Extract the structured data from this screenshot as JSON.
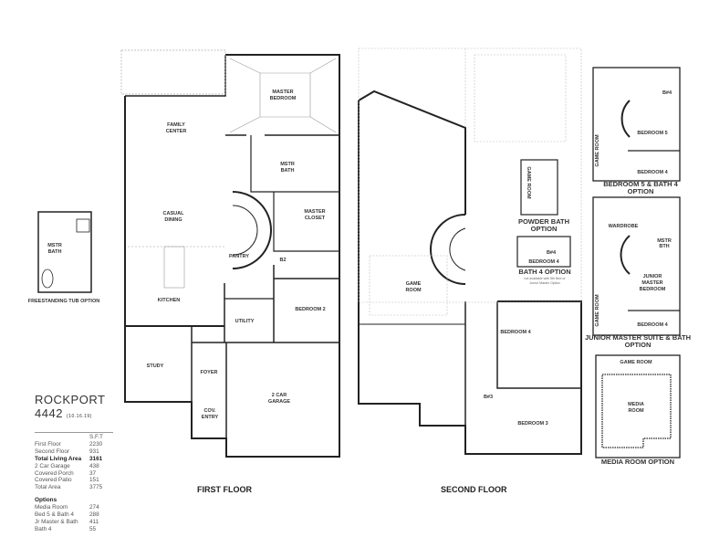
{
  "plan": {
    "name": "ROCKPORT",
    "number": "4442",
    "date": "(10.16.19)",
    "sqft_header": "S.F.T",
    "areas": [
      {
        "label": "First Floor",
        "value": "2230",
        "bold": false
      },
      {
        "label": "Second Floor",
        "value": "931",
        "bold": false
      },
      {
        "label": "Total Living Area",
        "value": "3161",
        "bold": true
      },
      {
        "label": "2 Car Garage",
        "value": "438",
        "bold": false
      },
      {
        "label": "Covered Porch",
        "value": "37",
        "bold": false
      },
      {
        "label": "Covered Patio",
        "value": "151",
        "bold": false
      },
      {
        "label": "Total Area",
        "value": "3775",
        "bold": false
      }
    ],
    "options_header": "Options",
    "options": [
      {
        "label": "Media Room",
        "value": "274"
      },
      {
        "label": "Bed 5 & Bath 4",
        "value": "288"
      },
      {
        "label": "Jr Master & Bath",
        "value": "411"
      },
      {
        "label": "Bath 4",
        "value": "55"
      }
    ]
  },
  "first_floor": {
    "title": "FIRST FLOOR",
    "rooms": {
      "master_bedroom": [
        "MASTER",
        "BEDROOM"
      ],
      "family_center": [
        "FAMILY",
        "CENTER"
      ],
      "mstr_bath": [
        "MSTR",
        "BATH"
      ],
      "casual_dining": [
        "CASUAL",
        "DINING"
      ],
      "master_closet": [
        "MASTER",
        "CLOSET"
      ],
      "pantry": "PANTRY",
      "b2": "B2",
      "kitchen": "KITCHEN",
      "utility": "UTILITY",
      "bedroom_2": "BEDROOM 2",
      "study": "STUDY",
      "foyer": "FOYER",
      "garage": [
        "2 CAR",
        "GARAGE"
      ],
      "cov_entry": [
        "COV.",
        "ENTRY"
      ]
    }
  },
  "second_floor": {
    "title": "SECOND FLOOR",
    "rooms": {
      "game_room": [
        "GAME",
        "ROOM"
      ],
      "bedroom_4": "BEDROOM 4",
      "bedroom_3": "BEDROOM 3",
      "b3": "B#3"
    }
  },
  "options": {
    "freestanding_tub": {
      "caption": "FREESTANDING TUB  OPTION",
      "room": [
        "MSTR",
        "BATH"
      ]
    },
    "powder_bath": {
      "caption": [
        "POWDER BATH",
        "OPTION"
      ],
      "room": "GAME ROOM"
    },
    "bath_4": {
      "caption": "BATH 4 OPTION",
      "note": [
        "not available with 5th Bed or",
        "Junior Master Option"
      ],
      "rooms": [
        "B#4",
        "BEDROOM 4"
      ]
    },
    "bedroom_5_bath_4": {
      "caption": [
        "BEDROOM 5 & BATH 4",
        "OPTION"
      ],
      "rooms": [
        "BEDROOM 5",
        "BEDROOM 4",
        "B#4",
        "GAME ROOM"
      ]
    },
    "junior_master": {
      "caption": [
        "JUNIOR MASTER SUITE & BATH",
        "OPTION"
      ],
      "rooms": [
        "WARDROBE",
        "MSTR",
        "BTH",
        "JUNIOR",
        "MASTER",
        "BEDROOM",
        "BEDROOM 4",
        "GAME ROOM"
      ]
    },
    "media_room": {
      "caption": "MEDIA ROOM OPTION",
      "rooms": [
        "GAME ROOM",
        "MEDIA",
        "ROOM"
      ]
    }
  }
}
